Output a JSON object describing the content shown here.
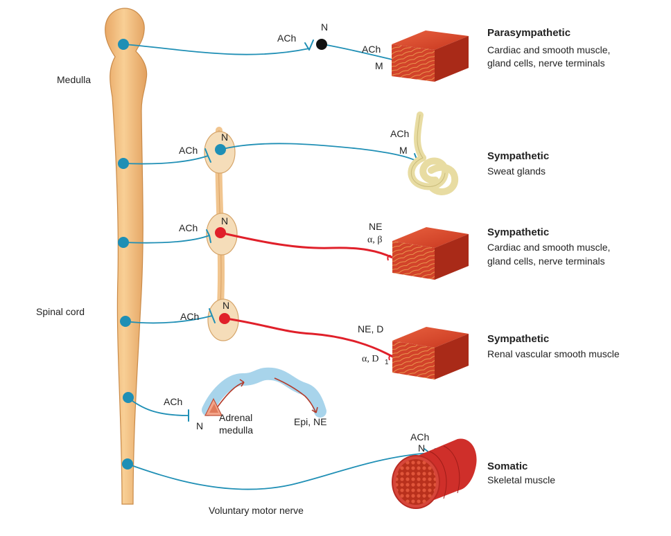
{
  "labels": {
    "medulla": "Medulla",
    "spinal_cord": "Spinal cord",
    "voluntary_motor_nerve": "Voluntary motor nerve",
    "adrenal_medulla_line1": "Adrenal",
    "adrenal_medulla_line2": "medulla",
    "epi_ne": "Epi, NE"
  },
  "pathways": [
    {
      "pre_transmitter": "ACh",
      "ganglion_receptor": "N",
      "post_transmitter": "ACh",
      "target_receptor": "M"
    },
    {
      "pre_transmitter": "ACh",
      "ganglion_receptor": "N",
      "post_transmitter": "ACh",
      "target_receptor": "M"
    },
    {
      "pre_transmitter": "ACh",
      "ganglion_receptor": "N",
      "post_transmitter": "NE",
      "target_receptor": "α, β"
    },
    {
      "pre_transmitter": "ACh",
      "ganglion_receptor": "N",
      "post_transmitter": "NE, D",
      "target_receptor_base": "α, D",
      "target_receptor_sub": "1"
    },
    {
      "pre_transmitter": "ACh",
      "ganglion_receptor": "N"
    },
    {
      "post_transmitter": "ACh",
      "target_receptor": "N"
    }
  ],
  "divisions": [
    {
      "title": "Parasympathetic",
      "lines": [
        "Cardiac and smooth muscle,",
        "gland cells, nerve terminals"
      ]
    },
    {
      "title": "Sympathetic",
      "lines": [
        "Sweat glands"
      ]
    },
    {
      "title": "Sympathetic",
      "lines": [
        "Cardiac and smooth muscle,",
        "gland cells, nerve terminals"
      ]
    },
    {
      "title": "Sympathetic",
      "lines": [
        "Renal vascular smooth muscle"
      ]
    },
    {
      "title": "Somatic",
      "lines": [
        "Skeletal muscle"
      ]
    }
  ],
  "colors": {
    "cholinergic_fiber": "#1f8fb5",
    "adrenergic_fiber": "#e0202a",
    "cord": "#f2bb7c",
    "cord_outline": "#c98a48",
    "muscle": "#d9452e",
    "text": "#222222"
  }
}
